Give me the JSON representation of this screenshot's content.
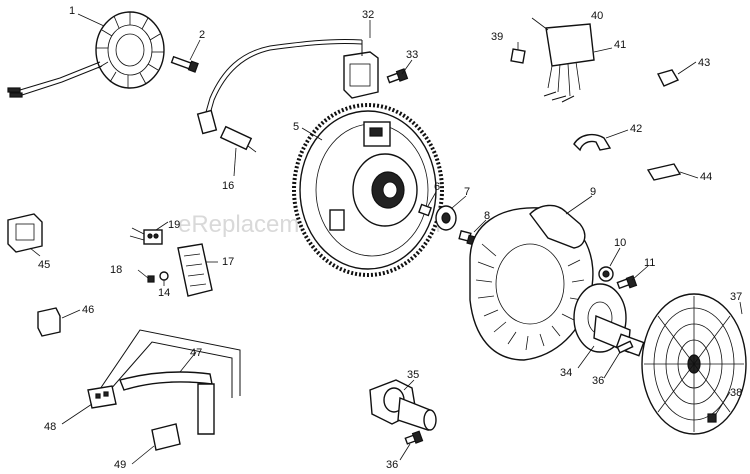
{
  "watermark": "eReplacementParts.com",
  "callouts": [
    "1",
    "2",
    "5",
    "6",
    "7",
    "8",
    "9",
    "10",
    "11",
    "14",
    "16",
    "17",
    "18",
    "19",
    "32",
    "33",
    "34",
    "35",
    "36",
    "36",
    "37",
    "38",
    "39",
    "40",
    "41",
    "42",
    "43",
    "44",
    "45",
    "46",
    "47",
    "48",
    "49"
  ],
  "colors": {
    "ink": "#111111",
    "paper": "#ffffff",
    "watermark": "#d9d9d9"
  }
}
